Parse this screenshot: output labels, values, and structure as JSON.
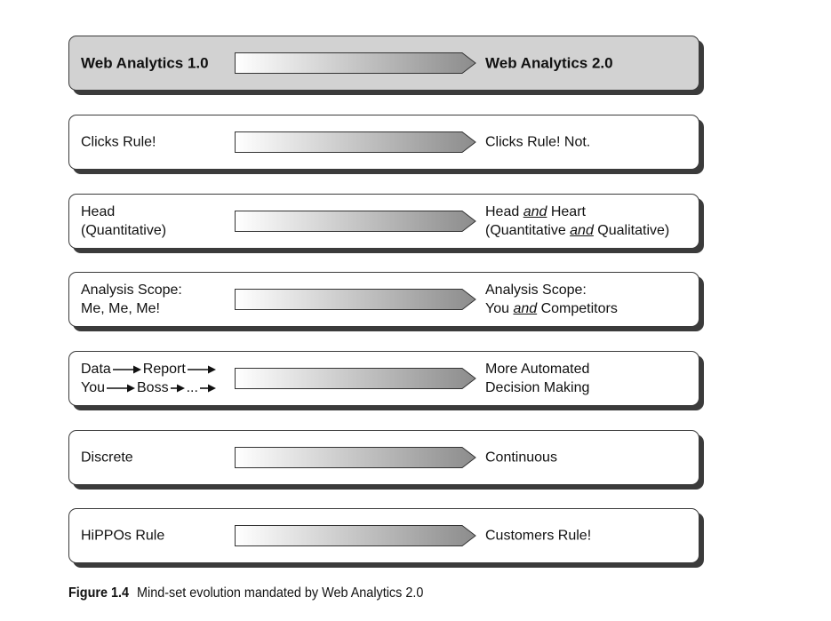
{
  "rows": [
    {
      "left": [
        "Web Analytics 1.0"
      ],
      "right": [
        [
          {
            "t": "Web Analytics 2.0"
          }
        ]
      ]
    },
    {
      "left": [
        "Clicks Rule!"
      ],
      "right": [
        [
          {
            "t": "Clicks Rule! Not."
          }
        ]
      ]
    },
    {
      "left": [
        "Head",
        "(Quantitative)"
      ],
      "right": [
        [
          {
            "t": "Head "
          },
          {
            "t": "and",
            "u": true
          },
          {
            "t": " Heart"
          }
        ],
        [
          {
            "t": "(Quantitative "
          },
          {
            "t": "and",
            "u": true
          },
          {
            "t": " Qualitative)"
          }
        ]
      ]
    },
    {
      "left": [
        "Analysis Scope:",
        "Me, Me, Me!"
      ],
      "right": [
        [
          {
            "t": "Analysis Scope:"
          }
        ],
        [
          {
            "t": "You "
          },
          {
            "t": "and",
            "u": true
          },
          {
            "t": " Competitors"
          }
        ]
      ]
    },
    {
      "flow": [
        [
          "Data",
          "Report"
        ],
        [
          "You",
          "Boss",
          "..."
        ]
      ],
      "right": [
        [
          {
            "t": "More Automated"
          }
        ],
        [
          {
            "t": "Decision Making"
          }
        ]
      ]
    },
    {
      "left": [
        "Discrete"
      ],
      "right": [
        [
          {
            "t": "Continuous"
          }
        ]
      ]
    },
    {
      "left": [
        "HiPPOs Rule"
      ],
      "right": [
        [
          {
            "t": "Customers Rule!"
          }
        ]
      ]
    }
  ],
  "caption": {
    "figure": "Figure 1.4",
    "text": "Mind-set evolution mandated by Web Analytics 2.0"
  },
  "colors": {
    "arrow_gradient_start": "#ffffff",
    "arrow_gradient_end": "#8c8c8c",
    "header_fill": "#d2d2d2",
    "shadow": "#3b3b3b"
  }
}
